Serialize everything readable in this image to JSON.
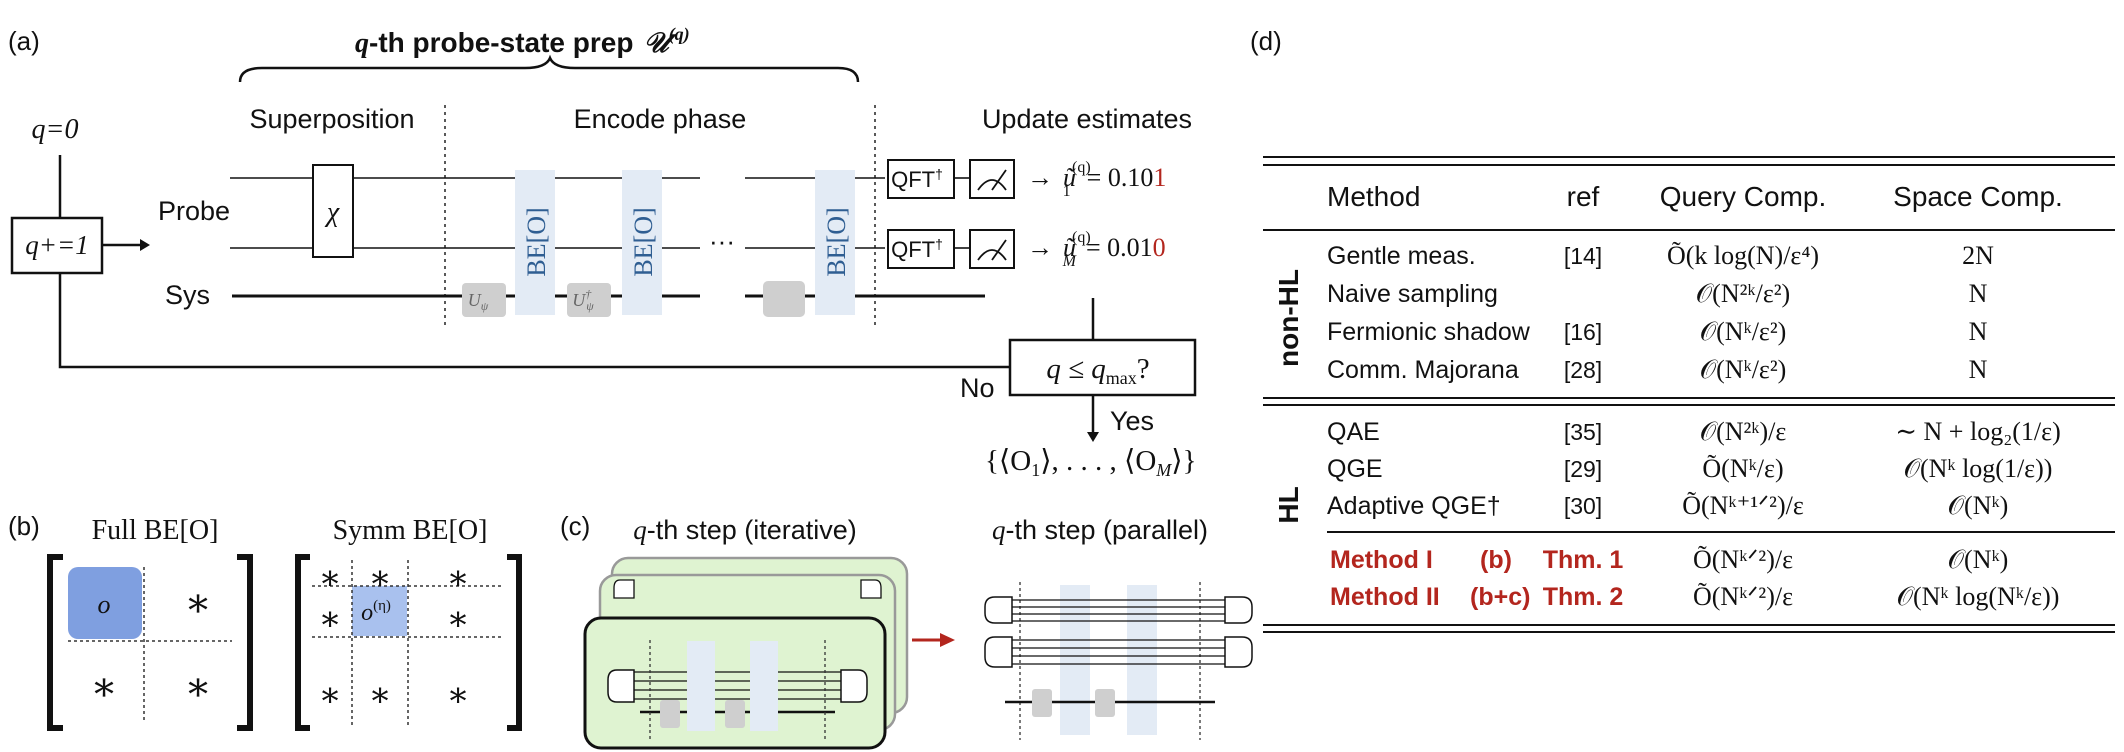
{
  "panel_a": {
    "label": "(a)",
    "title_q": "q",
    "title_main": "-th probe-state prep",
    "title_math": "𝒰",
    "title_sup": "(q)",
    "col_superposition": "Superposition",
    "col_encode": "Encode phase",
    "col_update": "Update estimates",
    "q_init": "q=0",
    "q_increment": "q+=1",
    "probe_label": "Probe",
    "sys_label": "Sys",
    "chi_gate": "χ",
    "be_gate": "BE[O]",
    "u_psi": "U",
    "u_psi_sub": "ψ",
    "u_psi_dag": "U",
    "u_psi_dag_sup": "†",
    "ellipsis": "···",
    "qft_label": "QFT",
    "qft_sup": "†",
    "arrow": "→",
    "est_1_lhs": "ũ",
    "est_1_sub": "1",
    "est_1_sup": "(q)",
    "est_1_eq": "= 0.10",
    "est_1_last": "1",
    "est_M_lhs": "ũ",
    "est_M_sub": "M",
    "est_M_sup": "(q)",
    "est_M_eq": "= 0.01",
    "est_M_last": "0",
    "decision_text": "q ≤ q",
    "decision_sub": "max",
    "decision_q": "?",
    "no_label": "No",
    "yes_label": "Yes",
    "output_set": "{⟨O",
    "output_sub1": "1",
    "output_mid": "⟩, . . . , ⟨O",
    "output_subM": "M",
    "output_end": "⟩}"
  },
  "panel_b": {
    "label": "(b)",
    "full_title": "Full BE[O]",
    "symm_title": "Symm BE[O]",
    "o_cell": "o",
    "o_eta_cell": "o",
    "o_eta_sup": "(η)",
    "star": "∗"
  },
  "panel_c": {
    "label": "(c)",
    "iterative_q": "q",
    "iterative_title": "-th step (iterative)",
    "parallel_q": "q",
    "parallel_title": "-th step (parallel)"
  },
  "panel_d": {
    "label": "(d)",
    "headers": [
      "Method",
      "ref",
      "Query Comp.",
      "Space Comp."
    ],
    "group_non_hl": "non-HL",
    "group_hl": "HL",
    "non_hl_rows": [
      {
        "method": "Gentle meas.",
        "ref": "[14]",
        "query": "Õ(k log(N)/ε⁴)",
        "space": "2N"
      },
      {
        "method": "Naive sampling",
        "ref": "",
        "query": "𝒪(N²ᵏ/ε²)",
        "space": "N"
      },
      {
        "method": "Fermionic shadow",
        "ref": "[16]",
        "query": "𝒪(Nᵏ/ε²)",
        "space": "N"
      },
      {
        "method": "Comm. Majorana",
        "ref": "[28]",
        "query": "𝒪(Nᵏ/ε²)",
        "space": "N"
      }
    ],
    "hl_rows": [
      {
        "method": "QAE",
        "ref": "[35]",
        "query": "𝒪(N²ᵏ)/ε",
        "space": "∼ N + log₂(1/ε)"
      },
      {
        "method": "QGE",
        "ref": "[29]",
        "query": "Õ(Nᵏ/ε)",
        "space": "𝒪(Nᵏ log(1/ε))"
      },
      {
        "method": "Adaptive QGE†",
        "ref": "[30]",
        "query": "Õ(Nᵏ⁺¹ᐟ²)/ε",
        "space": "𝒪(Nᵏ)"
      }
    ],
    "ours_rows": [
      {
        "method": "Method I",
        "tag": "(b)",
        "ref": "Thm. 1",
        "query": "Õ(Nᵏᐟ²)/ε",
        "space": "𝒪(Nᵏ)"
      },
      {
        "method": "Method II",
        "tag": "(b+c)",
        "ref": "Thm. 2",
        "query": "Õ(Nᵏᐟ²)/ε",
        "space": "𝒪(Nᵏ log(Nᵏ/ε))"
      }
    ]
  },
  "colors": {
    "be_fill": "#e3ebf5",
    "be_text": "#2f5e92",
    "gray_gate": "#cfcfcf",
    "o_fill": "#7f9fe0",
    "o_eta_fill": "#a9c1ee",
    "green_fill": "#dff3d1",
    "accent_red": "#b3261e"
  }
}
